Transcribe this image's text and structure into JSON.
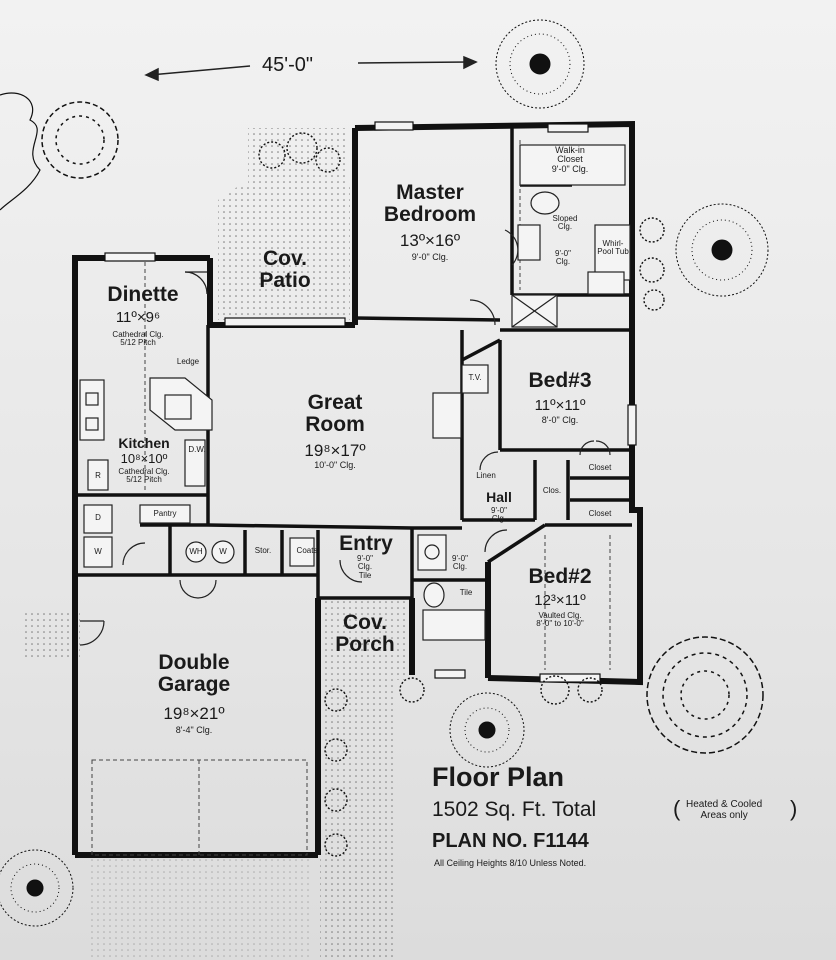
{
  "width_dimension": "45'-0\"",
  "rooms": {
    "master": {
      "name_line1": "Master",
      "name_line2": "Bedroom",
      "size": "13º×16º",
      "ceiling": "9'-0\" Clg."
    },
    "walkin": {
      "line1": "Walk-in",
      "line2": "Closet",
      "ceiling": "9'-0\" Clg."
    },
    "sloped": {
      "line1": "Sloped",
      "line2": "Clg."
    },
    "master_bath_ceiling": {
      "line1": "9'-0\"",
      "line2": "Clg."
    },
    "whirlpool": {
      "line1": "Whirl-",
      "line2": "Pool Tub"
    },
    "patio": {
      "line1": "Cov.",
      "line2": "Patio"
    },
    "dinette": {
      "name": "Dinette",
      "size": "11º×9⁶",
      "ceiling": "Cathedral Clg.",
      "pitch": "5/12 Pitch"
    },
    "ledge": "Ledge",
    "kitchen": {
      "name": "Kitchen",
      "size": "10⁸×10º",
      "ceiling": "Cathedral Clg.",
      "pitch": "5/12 Pitch"
    },
    "great_room": {
      "line1": "Great",
      "line2": "Room",
      "size": "19⁸×17º",
      "ceiling": "10'-0\" Clg."
    },
    "bed3": {
      "name": "Bed#3",
      "size": "11º×11º",
      "ceiling": "8'-0\" Clg."
    },
    "hall": {
      "name": "Hall",
      "ceiling_line1": "9'-0\"",
      "ceiling_line2": "Clg."
    },
    "bed2": {
      "name": "Bed#2",
      "size": "12³×11º",
      "ceiling1": "Vaulted Clg.",
      "ceiling2": "8'-0\" to 10'-0\""
    },
    "entry": {
      "name": "Entry",
      "ceiling1": "9'-0\"",
      "ceiling2": "Clg.",
      "floor": "Tile"
    },
    "bath2": {
      "ceiling1": "9'-0\"",
      "ceiling2": "Clg.",
      "floor": "Tile"
    },
    "porch": {
      "line1": "Cov.",
      "line2": "Porch"
    },
    "garage": {
      "line1": "Double",
      "line2": "Garage",
      "size": "19⁸×21º",
      "ceiling": "8'-4\" Clg."
    }
  },
  "small_labels": {
    "tv": "T.V.",
    "linen": "Linen",
    "clos": "Clos.",
    "closet_a": "Closet",
    "closet_b": "Closet",
    "pantry": "Pantry",
    "stor": "Stor.",
    "coats": "Coats",
    "dw": "D.W.",
    "r": "R",
    "d": "D",
    "w": "W",
    "wh": "WH",
    "ws": "W"
  },
  "info": {
    "title": "Floor Plan",
    "total": "1502 Sq. Ft. Total",
    "note_line1": "Heated & Cooled",
    "note_line2": "Areas only",
    "plan_no": "PLAN NO. F1144",
    "ceiling_note": "All Ceiling Heights 8/10 Unless Noted."
  }
}
